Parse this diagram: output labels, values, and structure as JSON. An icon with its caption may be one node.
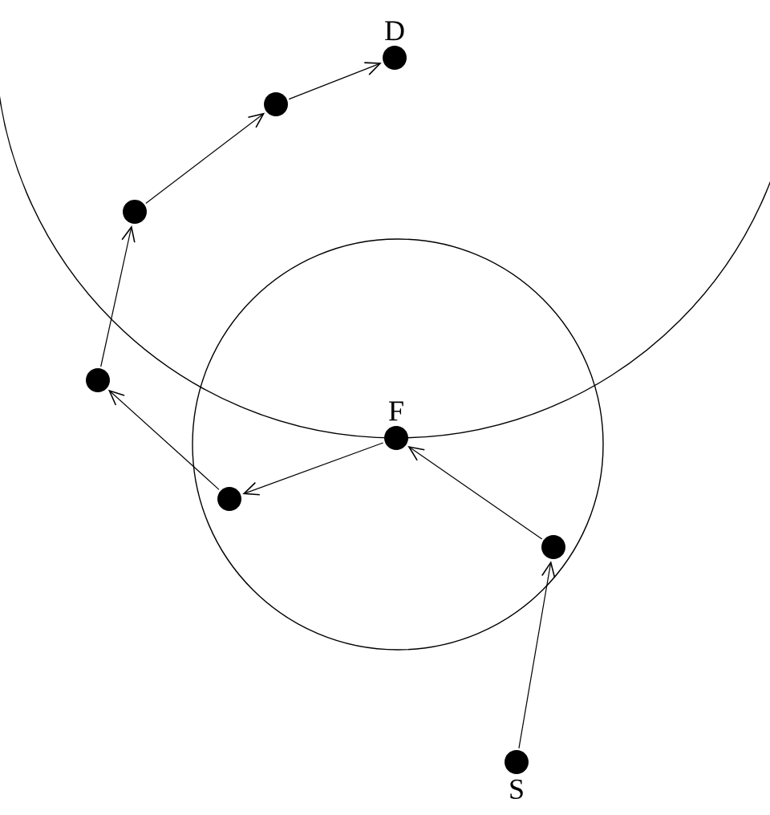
{
  "diagram": {
    "nodes": [
      {
        "text": [],
        "shape": "circle",
        "beside": [
          "D"
        ]
      },
      {
        "text": [],
        "shape": "circle"
      },
      {
        "text": [],
        "shape": "circle"
      },
      {
        "text": [],
        "shape": "circle"
      },
      {
        "text": [],
        "shape": "circle",
        "beside": [
          "F"
        ]
      },
      {
        "text": [],
        "shape": "circle"
      },
      {
        "text": [],
        "shape": "circle"
      },
      {
        "text": [],
        "shape": "circle",
        "beside": [
          "S"
        ]
      }
    ],
    "edges": [
      {
        "from": 7,
        "to": 6,
        "arrow": "to"
      },
      {
        "from": 6,
        "to": 4,
        "arrow": "to"
      },
      {
        "from": 4,
        "to": 5,
        "arrow": "to"
      },
      {
        "from": 5,
        "to": 3,
        "arrow": "to"
      },
      {
        "from": 3,
        "to": 2,
        "arrow": "to"
      },
      {
        "from": 2,
        "to": 1,
        "arrow": "to"
      },
      {
        "from": 1,
        "to": 0,
        "arrow": "to"
      }
    ]
  }
}
